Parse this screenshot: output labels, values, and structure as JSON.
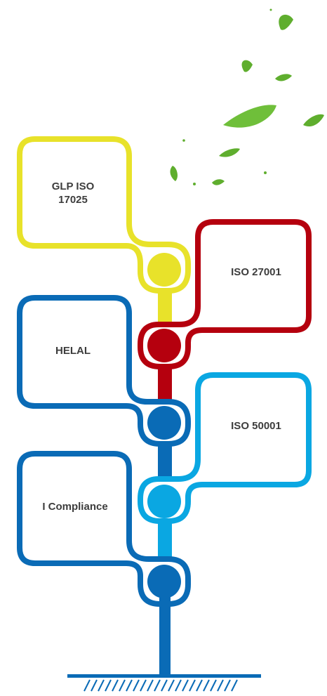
{
  "colors": {
    "yellow": "#e8e22a",
    "red": "#b5000e",
    "blue": "#0a6bb6",
    "light_blue": "#0aa7e2",
    "stem": "#0a6bb6",
    "leaf": "#5fae2e",
    "text": "#3d3d3d"
  },
  "boxes": [
    {
      "id": "glp",
      "label": "GLP ISO\n17025",
      "color": "yellow"
    },
    {
      "id": "iso27001",
      "label": "ISO 27001",
      "color": "red"
    },
    {
      "id": "helal",
      "label": "HELAL",
      "color": "blue"
    },
    {
      "id": "iso50001",
      "label": "ISO 50001",
      "color": "light_blue"
    },
    {
      "id": "icompliance",
      "label": "I Compliance",
      "color": "blue"
    }
  ],
  "decoration": {
    "leaves": "green-leaves-icon",
    "ground": "ground-hatch-icon"
  }
}
